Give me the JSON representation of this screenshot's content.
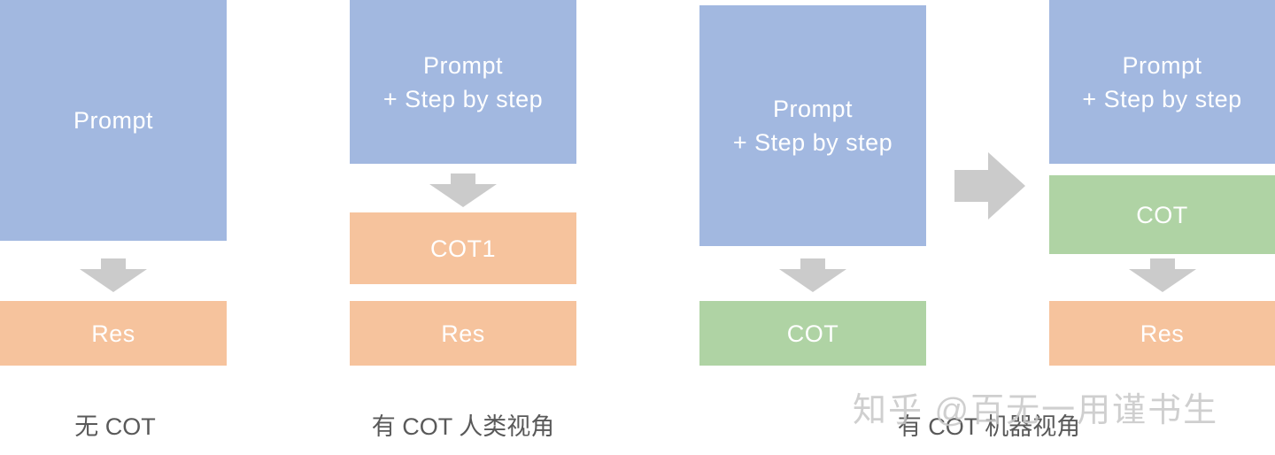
{
  "colors": {
    "blue": "#a2b8e0",
    "orange": "#f6c39d",
    "green": "#afd3a4",
    "arrow": "#cbcbcb",
    "caption": "#595959",
    "watermark": "#c7c7c7"
  },
  "diagram": {
    "col1": {
      "prompt": "Prompt",
      "res": "Res",
      "caption": "无 COT"
    },
    "col2": {
      "prompt_line1": "Prompt",
      "prompt_line2": "+ Step by step",
      "cot1": "COT1",
      "res": "Res",
      "caption": "有 COT 人类视角"
    },
    "col3": {
      "prompt_line1": "Prompt",
      "prompt_line2": "+ Step by step",
      "cot": "COT",
      "caption": "有 COT 机器视角"
    },
    "col4": {
      "prompt_line1": "Prompt",
      "prompt_line2": "+ Step by step",
      "cot": "COT",
      "res": "Res"
    },
    "watermark": "知乎 @百无一用谨书生"
  }
}
